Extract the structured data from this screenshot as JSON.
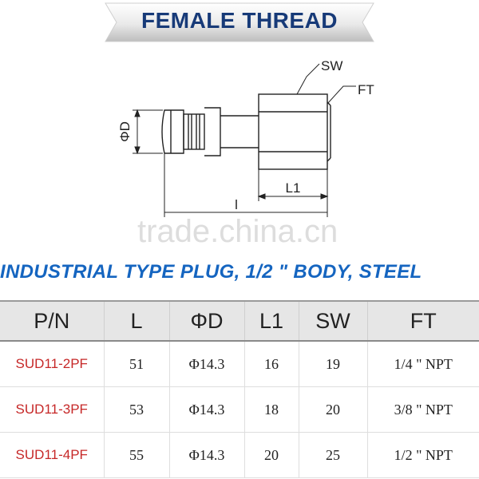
{
  "banner": {
    "title": "FEMALE THREAD"
  },
  "drawing": {
    "labels": {
      "sw": "SW",
      "ft": "FT",
      "d": "ΦD",
      "l1": "L1",
      "l": "l"
    }
  },
  "watermark": "trade.china.cn",
  "section": {
    "title": "INDUSTRIAL TYPE PLUG, 1/2 \" BODY, STEEL"
  },
  "table": {
    "headers": [
      "P/N",
      "L",
      "ΦD",
      "L1",
      "SW",
      "FT"
    ],
    "rows": [
      [
        "SUD11-2PF",
        "51",
        "Φ14.3",
        "16",
        "19",
        "1/4 \" NPT"
      ],
      [
        "SUD11-3PF",
        "53",
        "Φ14.3",
        "18",
        "20",
        "3/8 \" NPT"
      ],
      [
        "SUD11-4PF",
        "55",
        "Φ14.3",
        "20",
        "25",
        "1/2 \" NPT"
      ]
    ]
  },
  "colors": {
    "banner_text": "#173a78",
    "section_title": "#1565c0",
    "part_number": "#c62828",
    "header_bg": "#e6e6e6"
  }
}
